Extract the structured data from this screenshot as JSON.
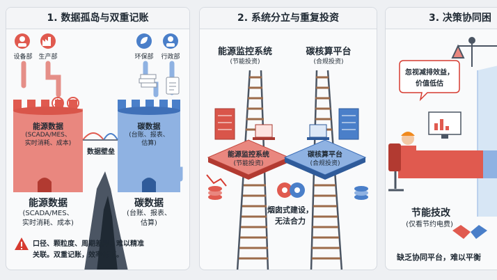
{
  "panels": [
    {
      "title": "1. 数据孤岛与双重记账",
      "depts": [
        "设备部",
        "生产部",
        "环保部",
        "行政部"
      ],
      "energy_tower": {
        "title": "能源数据",
        "detail": [
          "(SCADA/MES、",
          "实时消耗、成本)"
        ]
      },
      "carbon_tower": {
        "title": "碳数据",
        "detail": [
          "(台账、报表、",
          "估算)"
        ]
      },
      "wall_label": "数据壁垒",
      "energy_caption": {
        "title": "能源数据",
        "detail": [
          "(SCADA/MES、",
          "实时消耗、成本)"
        ]
      },
      "carbon_caption": {
        "title": "碳数据",
        "detail": [
          "(台账、报表、",
          "估算)"
        ]
      },
      "warning": [
        "口径、颗粒度、周期差异，难以精准",
        "关联。双重记账，效率低下。"
      ]
    },
    {
      "title": "2. 系统分立与重复投资",
      "left_system": {
        "title": "能源监控系统",
        "sub": "(节能投资)"
      },
      "right_system": {
        "title": "碳核算平台",
        "sub": "(合规投资)"
      },
      "left_platform": {
        "title": "能源监控系统",
        "sub": "(节能投资)"
      },
      "right_platform": {
        "title": "碳核算平台",
        "sub": "(合规投资)"
      },
      "center_note": [
        "烟囱式建设，",
        "无法合力"
      ]
    },
    {
      "title": "3. 决策协同困",
      "speech": [
        "忽视减排效益，",
        "价值低估"
      ],
      "caption": {
        "title": "节能技改",
        "sub": "(仅看节约电费)"
      },
      "bottom": "缺乏协同平台，难以平衡"
    }
  ],
  "colors": {
    "red": "#e05a4f",
    "blue": "#4a7fc9",
    "dark": "#1f2933",
    "warn": "#d63b30"
  }
}
